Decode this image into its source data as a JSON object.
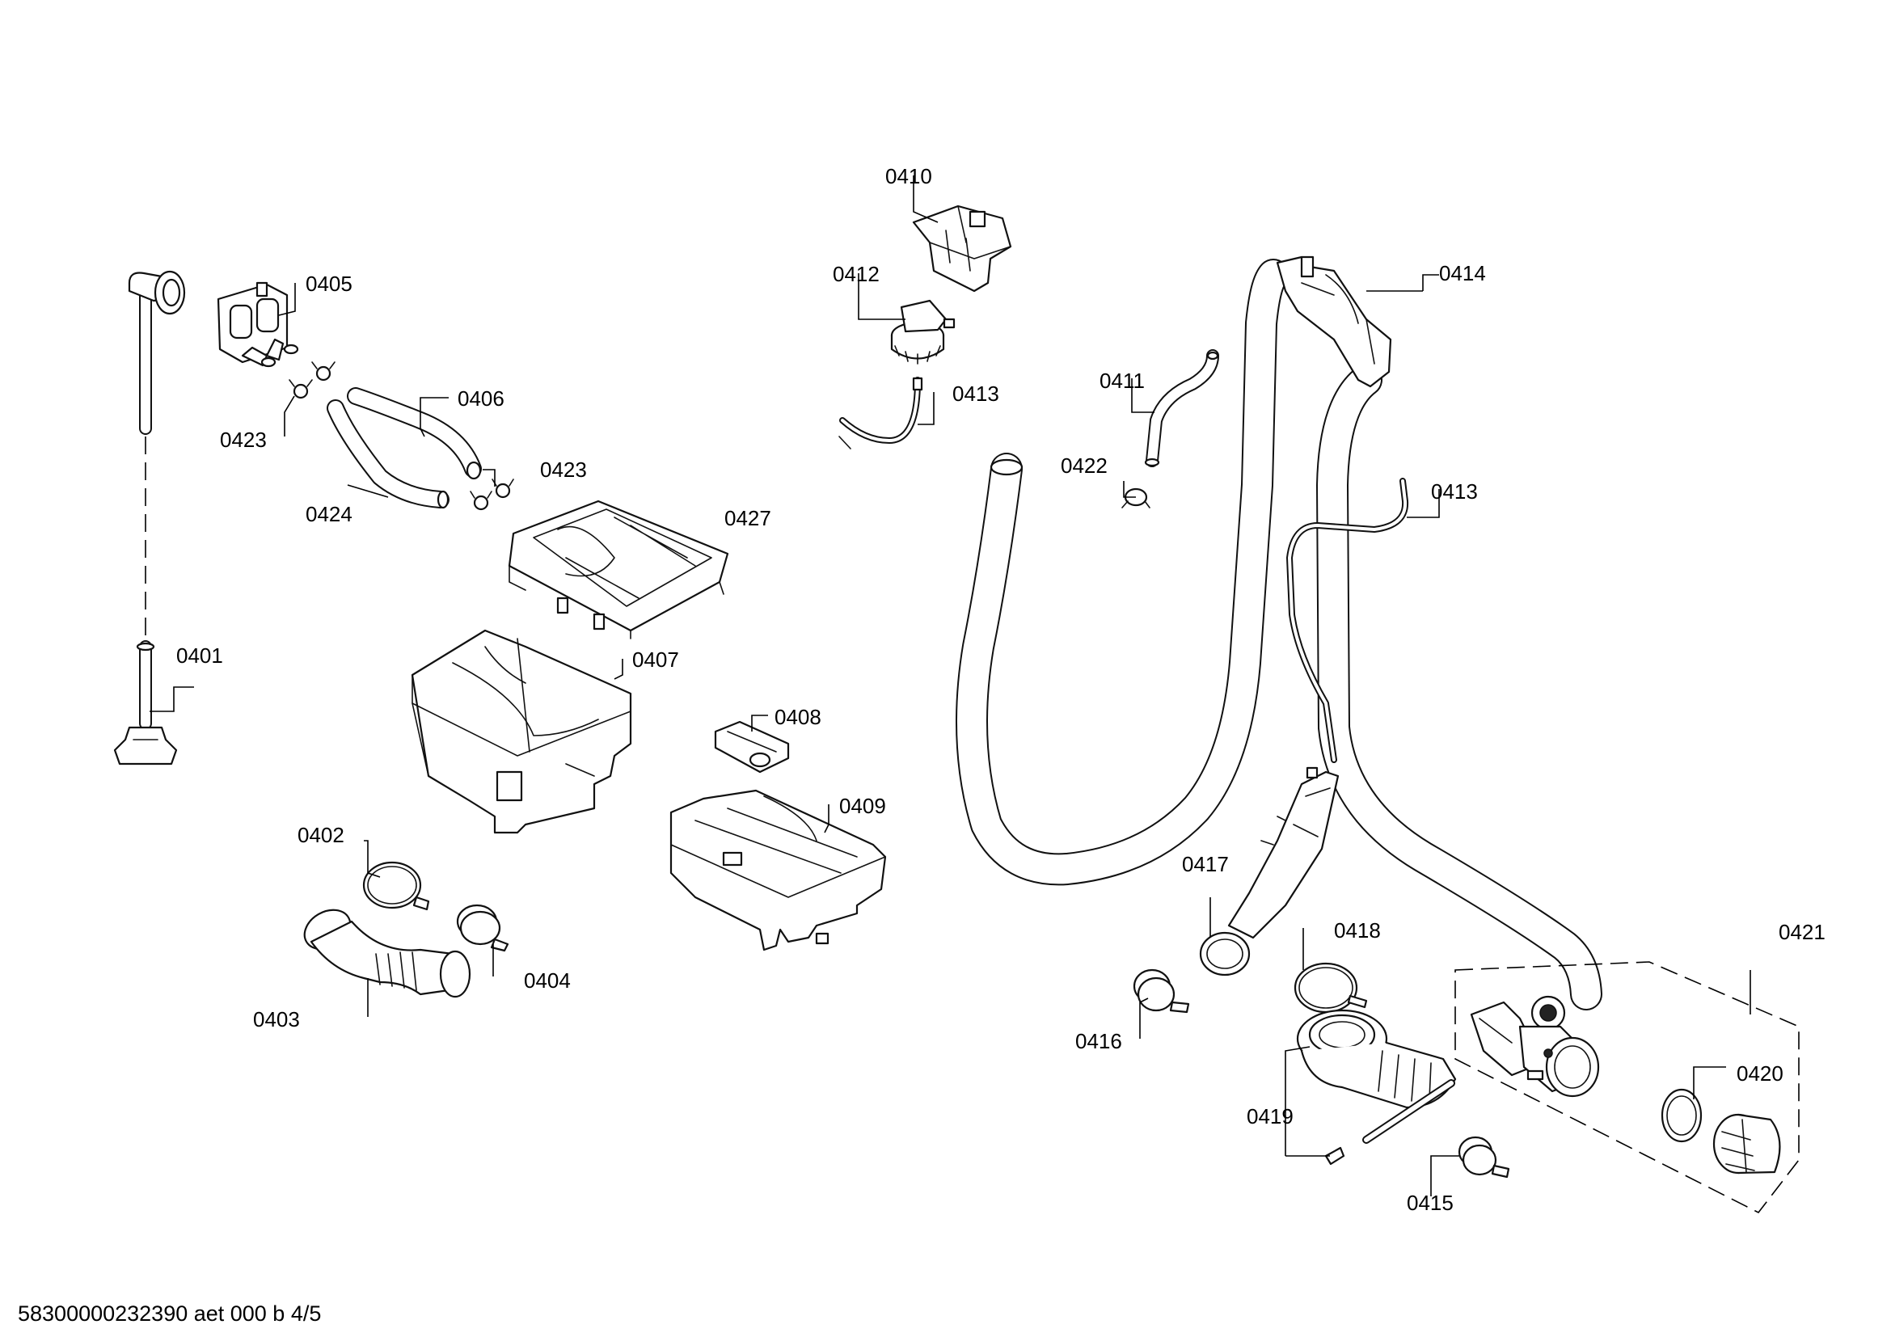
{
  "labels": {
    "p0401": "0401",
    "p0402": "0402",
    "p0403": "0403",
    "p0404": "0404",
    "p0405": "0405",
    "p0406": "0406",
    "p0407": "0407",
    "p0408": "0408",
    "p0409": "0409",
    "p0410": "0410",
    "p0411": "0411",
    "p0412": "0412",
    "p0413a": "0413",
    "p0413b": "0413",
    "p0414": "0414",
    "p0415": "0415",
    "p0416": "0416",
    "p0417": "0417",
    "p0418": "0418",
    "p0419": "0419",
    "p0420": "0420",
    "p0421": "0421",
    "p0422": "0422",
    "p0423a": "0423",
    "p0423b": "0423",
    "p0424": "0424",
    "p0427": "0427"
  },
  "footer": "58300000232390 aet 000 b 4/5"
}
